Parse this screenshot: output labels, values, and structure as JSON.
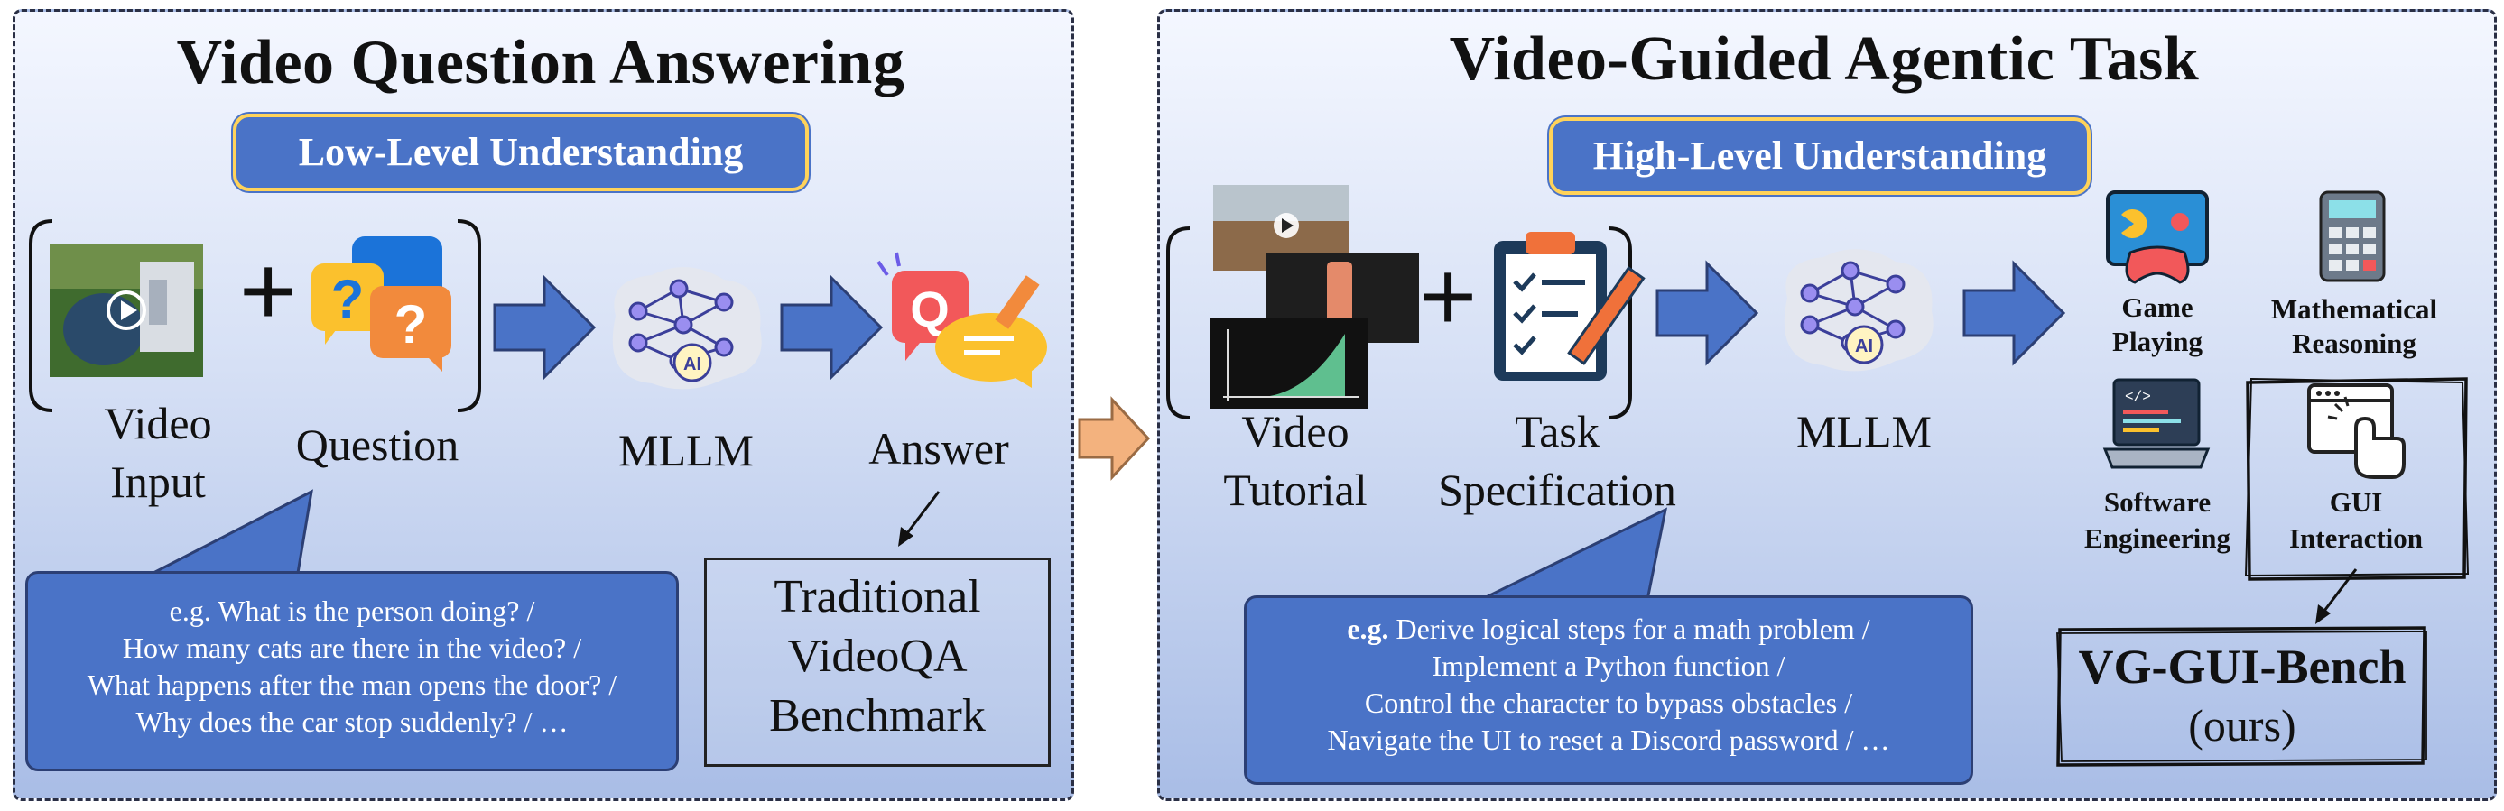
{
  "left_panel": {
    "title": "Video Question Answering",
    "banner": "Low-Level Understanding",
    "labels": {
      "video_input": [
        "Video",
        "Input"
      ],
      "question": "Question",
      "mllm": "MLLM",
      "answer": "Answer"
    },
    "plus": "+",
    "examples": [
      "e.g. What is the person doing? /",
      "How many cats are there in the video? /",
      "What happens after the man opens the door? /",
      "Why does the car stop suddenly? / …"
    ],
    "benchmark": [
      "Traditional",
      "VideoQA",
      "Benchmark"
    ]
  },
  "right_panel": {
    "title": "Video-Guided Agentic Task",
    "banner": "High-Level Understanding",
    "labels": {
      "video_tutorial": [
        "Video",
        "Tutorial"
      ],
      "task_spec": [
        "Task",
        "Specification"
      ],
      "mllm": "MLLM"
    },
    "plus": "+",
    "examples_prefix": "e.g.",
    "examples": [
      "Derive logical steps for a math problem /",
      "Implement a Python function /",
      "Control the character to bypass obstacles /",
      "Navigate the UI to reset a Discord password / …"
    ],
    "categories": {
      "game": [
        "Game",
        "Playing"
      ],
      "math": [
        "Mathematical",
        "Reasoning"
      ],
      "software": [
        "Software",
        "Engineering"
      ],
      "gui": [
        "GUI",
        "Interaction"
      ]
    },
    "benchmark_name": "VG-GUI-Bench",
    "benchmark_note": "(ours)"
  },
  "colors": {
    "accent_blue": "#4a73c7",
    "banner_border": "#ffd35a",
    "center_arrow": "#f3b27e"
  }
}
